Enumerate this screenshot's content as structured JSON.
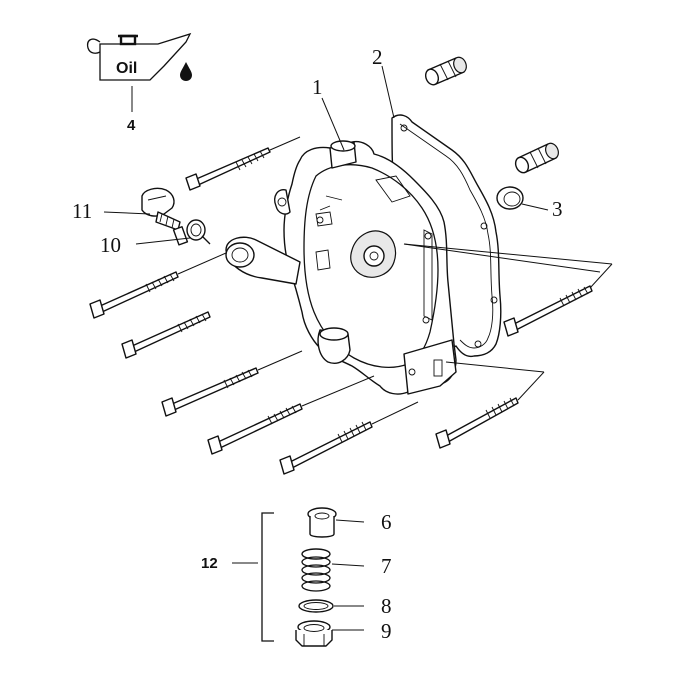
{
  "callouts": {
    "c1": "1",
    "c2": "2",
    "c3": "3",
    "c4": "4",
    "c6": "6",
    "c7": "7",
    "c8": "8",
    "c9": "9",
    "c10": "10",
    "c11": "11",
    "c12": "12"
  },
  "oil_icon": {
    "label": "Oil",
    "icon": "oil-can-icon"
  }
}
